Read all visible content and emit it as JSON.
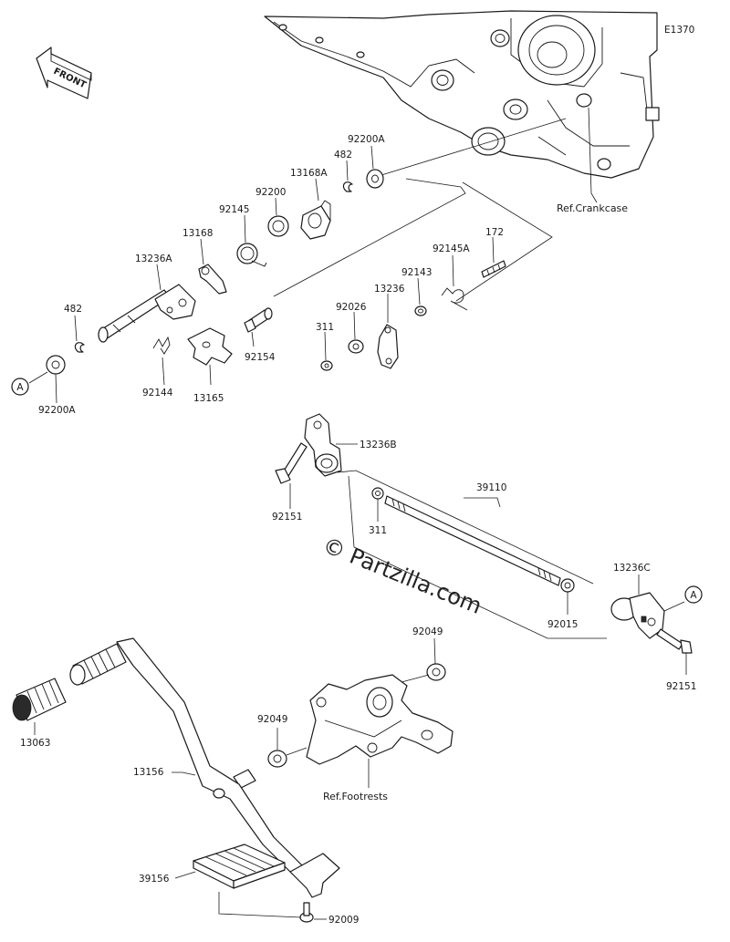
{
  "diagram_code": "E1370",
  "front_label": "FRONT",
  "watermark": "© Partzilla.com",
  "callout_letter": "A",
  "refs": {
    "crankcase": "Ref.Crankcase",
    "footrests": "Ref.Footrests"
  },
  "parts": {
    "p92200A_top": "92200A",
    "p482_top": "482",
    "p13168A": "13168A",
    "p92200": "92200",
    "p92145": "92145",
    "p13168": "13168",
    "p13236A": "13236A",
    "p482_left": "482",
    "p92200A_left": "92200A",
    "p92144": "92144",
    "p13165": "13165",
    "p92154": "92154",
    "p311_top": "311",
    "p92026": "92026",
    "p13236": "13236",
    "p92143": "92143",
    "p92145A": "92145A",
    "p172": "172",
    "p13236B": "13236B",
    "p92151_left": "92151",
    "p311_mid": "311",
    "p39110": "39110",
    "p92015": "92015",
    "p13236C": "13236C",
    "p92151_right": "92151",
    "p92049_top": "92049",
    "p92049_mid": "92049",
    "p13063": "13063",
    "p13156": "13156",
    "p39156": "39156",
    "p92009": "92009"
  }
}
